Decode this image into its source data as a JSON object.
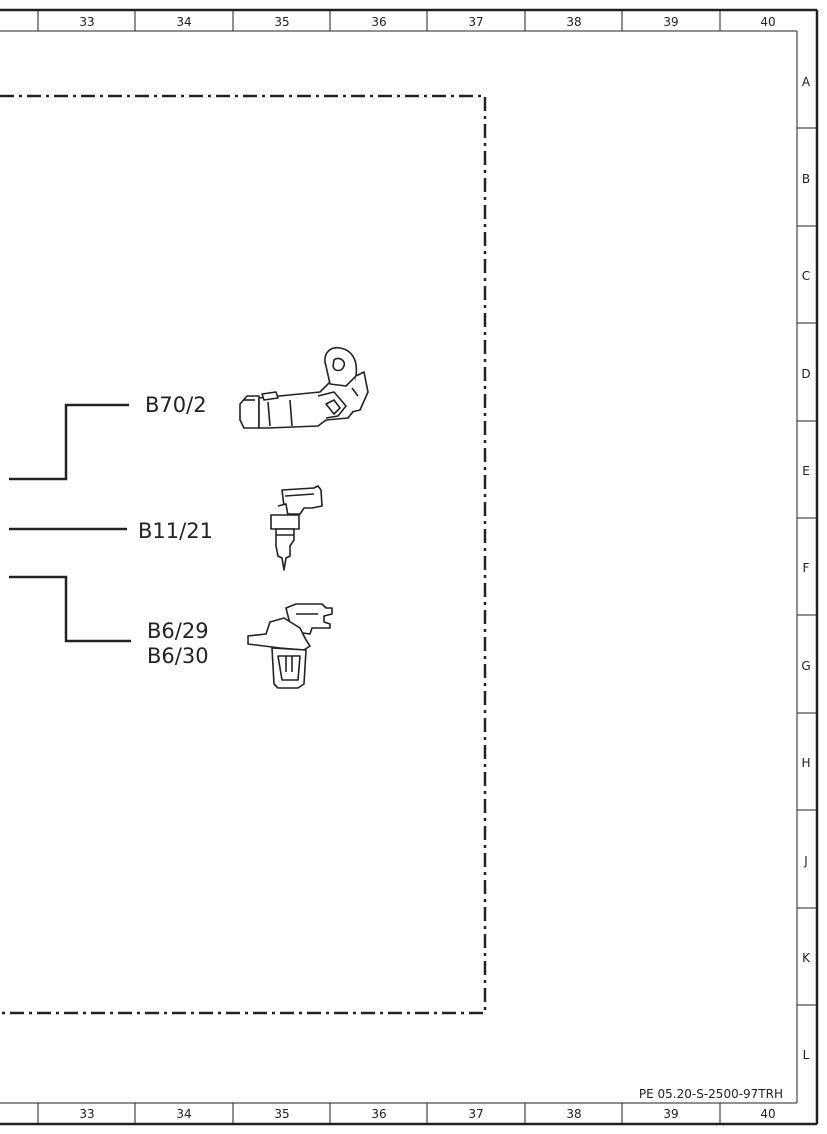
{
  "grid": {
    "columns": [
      "33",
      "34",
      "35",
      "36",
      "37",
      "38",
      "39",
      "40"
    ],
    "rows": [
      "A",
      "B",
      "C",
      "D",
      "E",
      "F",
      "G",
      "H",
      "J",
      "K",
      "L"
    ]
  },
  "components": {
    "b70_2": {
      "label": "B70/2"
    },
    "b11_21": {
      "label": "B11/21"
    },
    "b6_29": {
      "label": "B6/29"
    },
    "b6_30": {
      "label": "B6/30"
    }
  },
  "document_ref": "PE 05.20-S-2500-97TRH"
}
